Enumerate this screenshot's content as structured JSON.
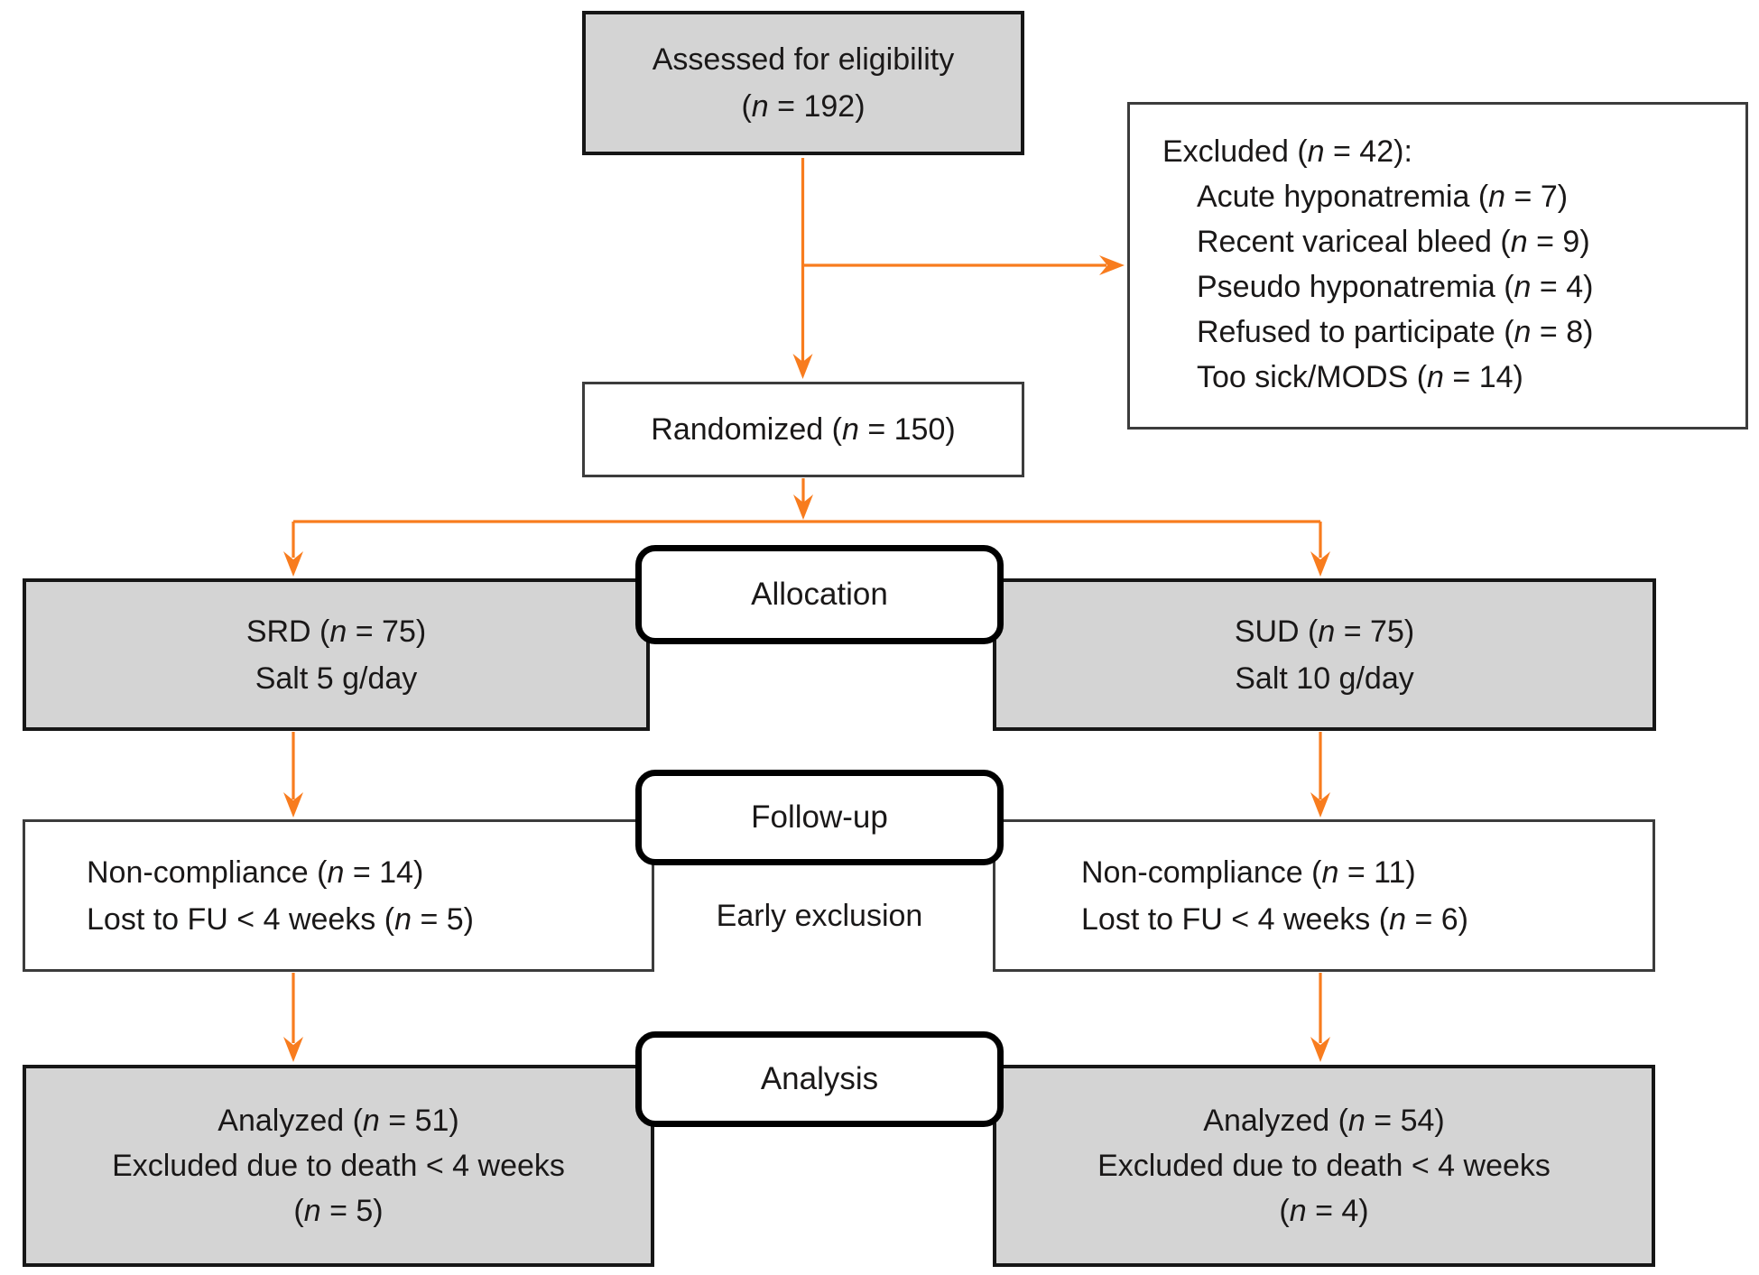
{
  "colors": {
    "arrow-color": "#f87c1e",
    "gray-fill": "#d4d4d4",
    "gray-border": "#161616",
    "white-border": "#3c3c3c",
    "stage-border": "#000000",
    "text-color": "#1a1818"
  },
  "boxes": {
    "assessed": {
      "lines": [
        "Assessed for eligibility",
        "(n = 192)"
      ]
    },
    "excluded": {
      "title": "Excluded (n = 42):",
      "items": [
        "Acute hyponatremia (n = 7)",
        "Recent variceal bleed (n = 9)",
        "Pseudo hyponatremia (n = 4)",
        "Refused to participate (n = 8)",
        "Too sick/MODS (n = 14)"
      ]
    },
    "randomized": {
      "label": "Randomized (n = 150)"
    },
    "srd": {
      "lines": [
        "SRD (n = 75)",
        "Salt 5 g/day"
      ]
    },
    "sud": {
      "lines": [
        "SUD (n = 75)",
        "Salt 10 g/day"
      ]
    },
    "fu_left": {
      "lines": [
        "Non-compliance (n = 14)",
        "Lost to FU < 4 weeks (n = 5)"
      ]
    },
    "fu_right": {
      "lines": [
        "Non-compliance (n = 11)",
        "Lost to FU < 4 weeks (n = 6)"
      ]
    },
    "an_left": {
      "lines": [
        "Analyzed (n = 51)",
        "Excluded due to death < 4 weeks",
        "(n = 5)"
      ]
    },
    "an_right": {
      "lines": [
        "Analyzed (n = 54)",
        "Excluded due to death < 4 weeks",
        "(n = 4)"
      ]
    }
  },
  "stages": {
    "allocation": "Allocation",
    "followup": "Follow-up",
    "analysis": "Analysis"
  },
  "labels": {
    "early_exclusion": "Early exclusion"
  }
}
